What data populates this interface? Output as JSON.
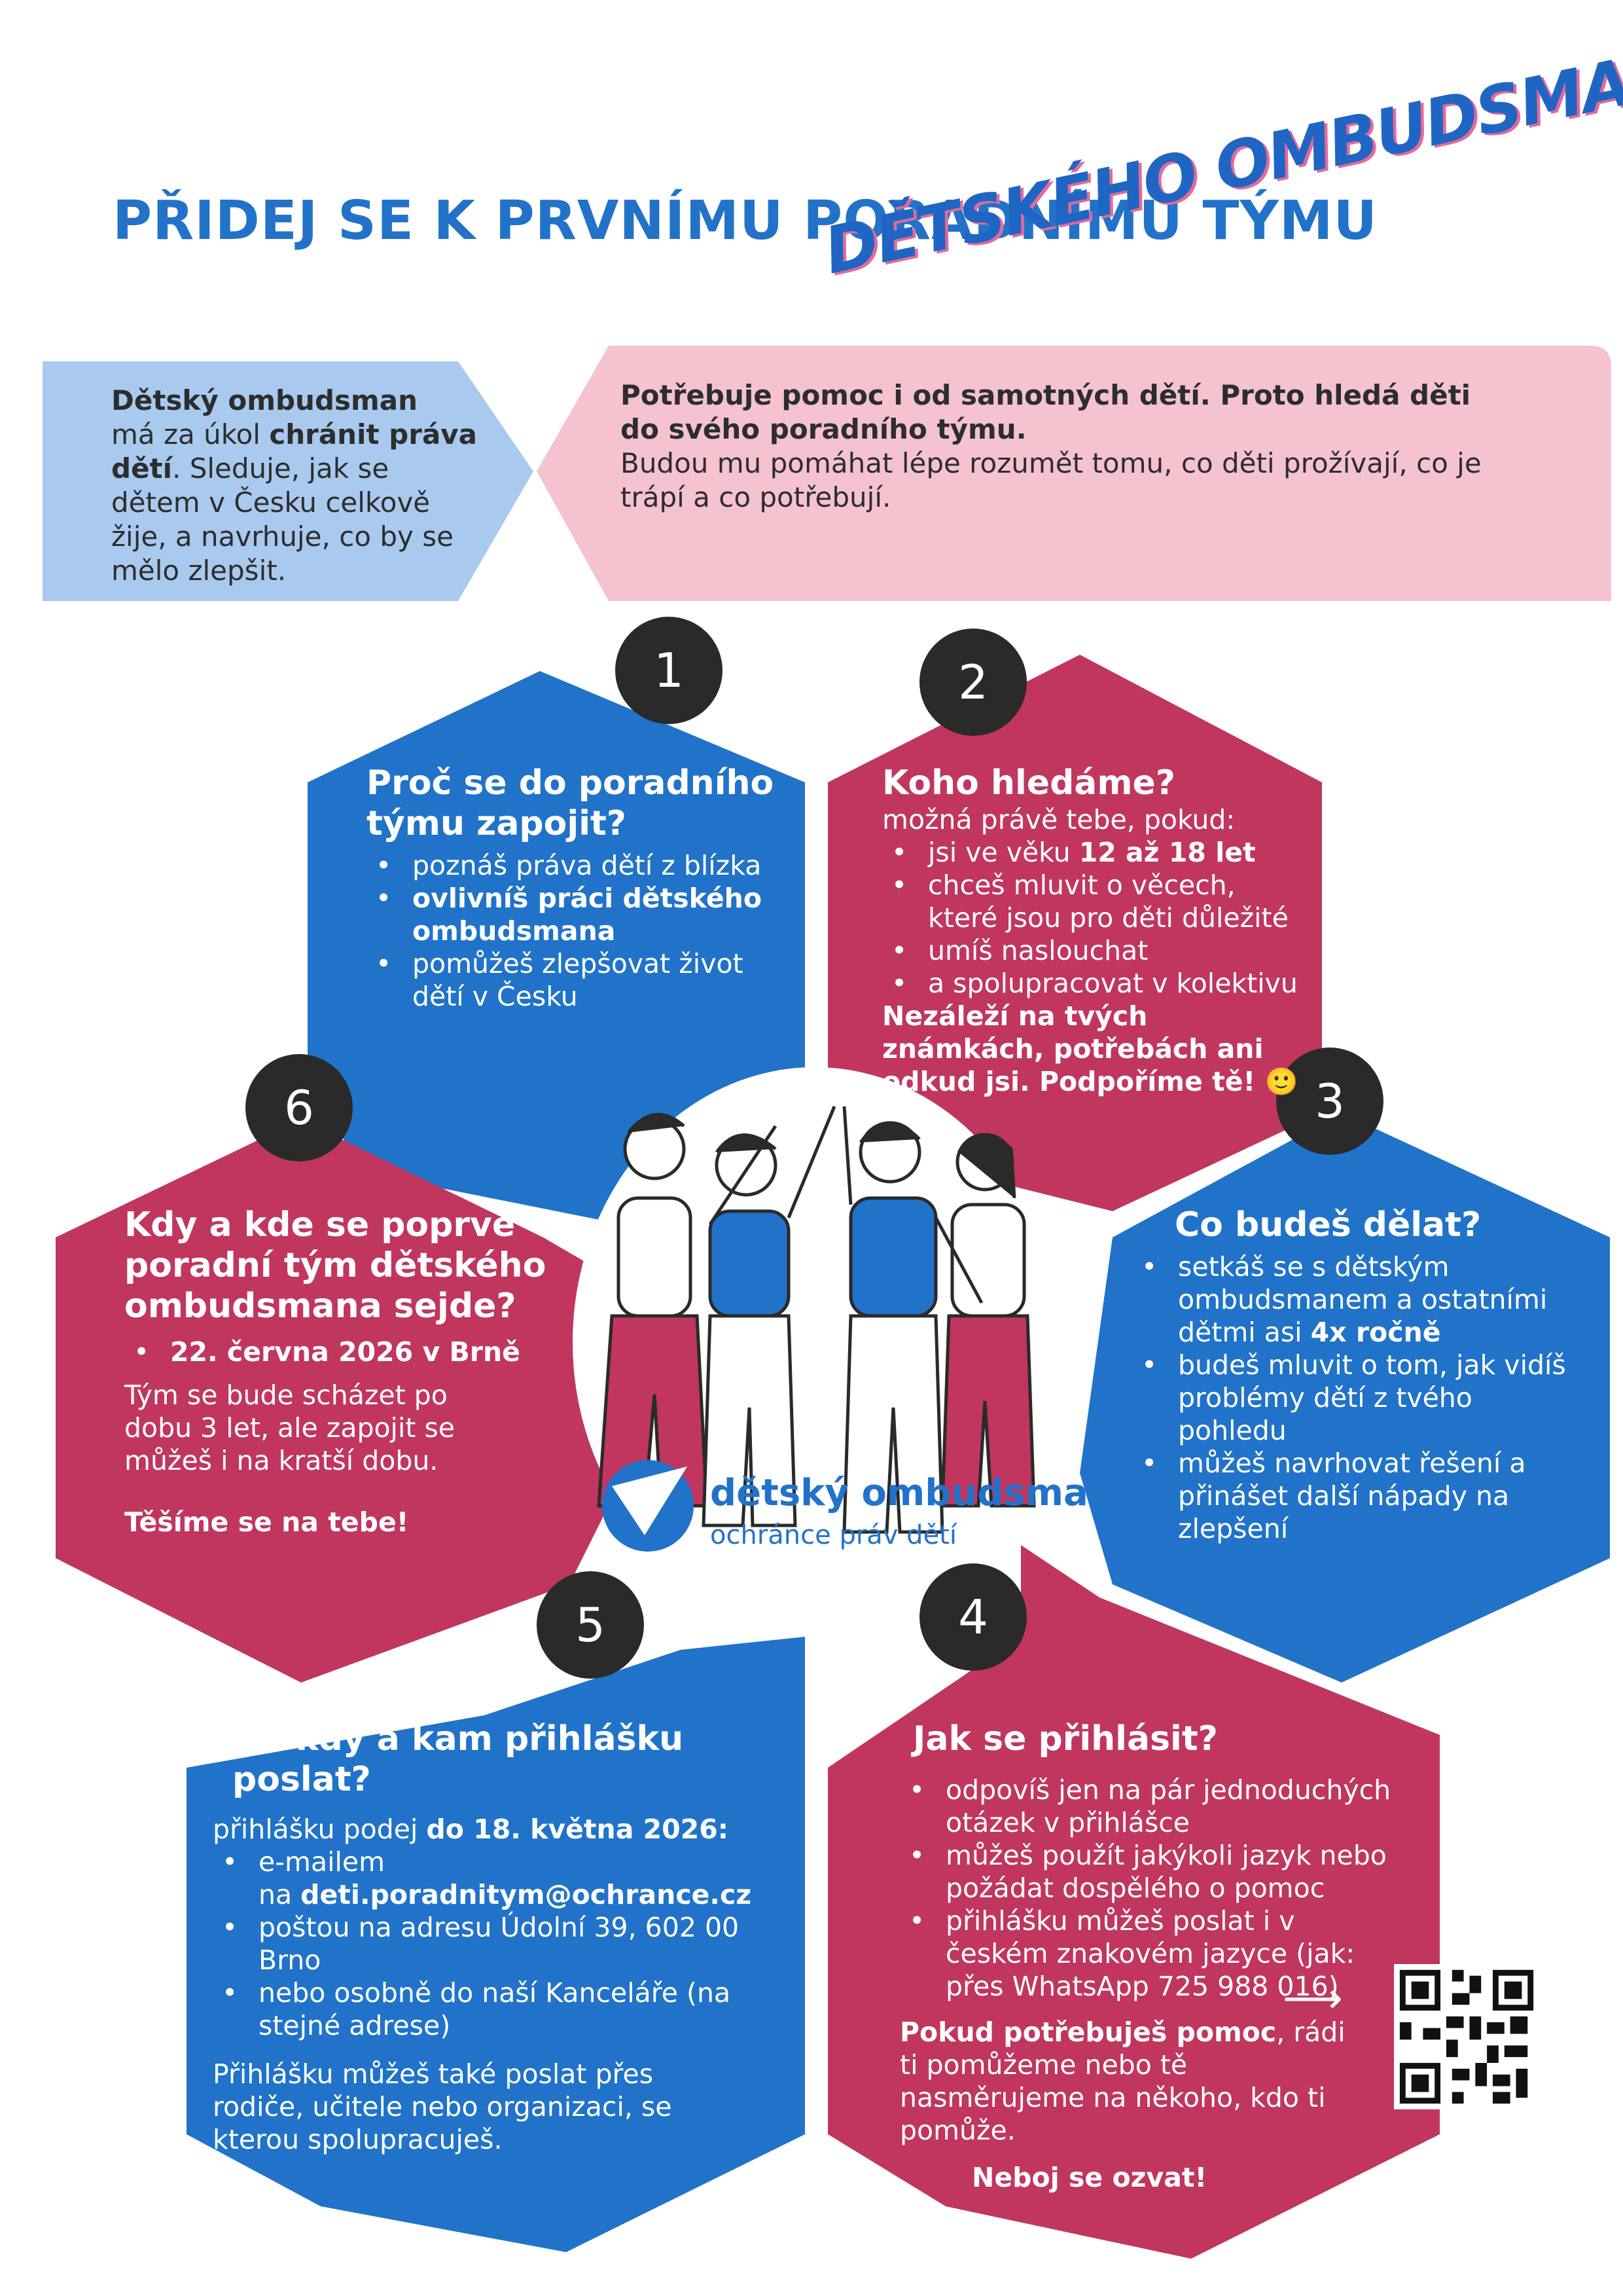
{
  "header": {
    "title": "PŘIDEJ SE K PRVNÍMU PORADNÍMU TÝMU",
    "subtitle": "DĚTSKÉHO OMBUDSMANA"
  },
  "intro_left": {
    "p1_bold": "Dětský ombudsman",
    "p2": "má za úkol",
    "p3_bold": "chránit práva dětí",
    "p4": ". Sleduje, jak se dětem v Česku celkově žije, a navrhuje, co by se mělo zlepšit."
  },
  "intro_right": {
    "bold": "Potřebuje pomoc i od samotných dětí. Proto hledá děti do svého poradního týmu.",
    "text": "Budou mu pomáhat lépe rozumět tomu, co děti prožívají, co je trápí a co potřebují."
  },
  "bullet_char": "•",
  "sections": {
    "s1": {
      "number": "1",
      "heading": "Proč se do poradního týmu zapojit?",
      "items": [
        "poznáš práva dětí z blízka",
        "ovlivníš práci dětského ombudsmana",
        "pomůžeš zlepšovat život dětí v Česku"
      ]
    },
    "s2": {
      "number": "2",
      "heading": "Koho hledáme?",
      "lead": "možná právě tebe, pokud:",
      "i1a": "jsi ve věku ",
      "i1b": "12 až 18 let",
      "i2": "chceš mluvit o věcech, které jsou pro děti důležité",
      "i3": "umíš naslouchat",
      "i4": "a spolupracovat v kolektivu",
      "bold": "Nezáleží na tvých známkách, potřebách ani odkud jsi. Podpoříme tě!",
      "emoji": "🙂"
    },
    "s3": {
      "number": "3",
      "heading": "Co budeš dělat?",
      "i1a": "setkáš se s dětským ombudsmanem a ostatními dětmi asi ",
      "i1b": "4x ročně",
      "i2": "budeš mluvit o tom, jak vidíš problémy dětí z tvého pohledu",
      "i3": "můžeš navrhovat řešení a přinášet další nápady na zlepšení"
    },
    "s4": {
      "number": "4",
      "heading": "Jak se přihlásit?",
      "i1": "odpovíš jen na pár jednoduchých otázek v přihlášce",
      "i2": "můžeš použít jakýkoli jazyk nebo požádat dospělého o pomoc",
      "i3": "přihlášku můžeš poslat i v českém znakovém jazyce (jak: přes WhatsApp 725 988 016)",
      "arrow": "⟶",
      "help_bold": "Pokud potřebuješ pomoc",
      "help_text": ", rádi ti pomůžeme nebo tě nasměrujeme na někoho, kdo ti pomůže.",
      "closing": "Neboj se ozvat!"
    },
    "s5": {
      "number": "5",
      "heading": "Do kdy a kam přihlášku poslat?",
      "lead_a": "přihlášku podej ",
      "lead_b": "do 18. května 2026:",
      "i1a": "e-mailem",
      "i1b": "na ",
      "i1c": "deti.poradnitym@ochrance.cz",
      "i2": "poštou na adresu Údolní 39, 602 00 Brno",
      "i3": "nebo osobně do naší Kanceláře (na stejné adrese)",
      "note": "Přihlášku můžeš také poslat přes rodiče, učitele nebo organizaci, se kterou spolupracuješ."
    },
    "s6": {
      "number": "6",
      "heading": "Kdy a kde se poprvé poradní tým dětského ombudsmana sejde?",
      "item": "22. června 2026 v Brně",
      "text": "Tým se bude scházet po dobu 3 let, ale zapojit se můžeš i na kratší dobu.",
      "closing": "Těšíme se na tebe!"
    }
  },
  "logo": {
    "name": "dětský ombudsman",
    "tagline": "ochránce práv dětí"
  },
  "colors": {
    "blue": "#2073c9",
    "red": "#c0365f",
    "light_blue": "#a9c9ef",
    "light_pink": "#f4c3cf",
    "dark": "#2a2a2a"
  }
}
